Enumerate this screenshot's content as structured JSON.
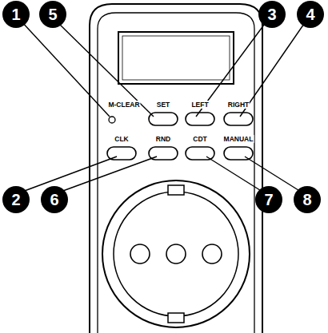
{
  "diagram": {
    "labels": [
      "1",
      "5",
      "3",
      "4",
      "M-CLEAR",
      "SET",
      "LEFT",
      "RIGHT",
      "CLK",
      "RND",
      "CDT",
      "MANUAL",
      "2",
      "6",
      "7",
      "8"
    ]
  }
}
